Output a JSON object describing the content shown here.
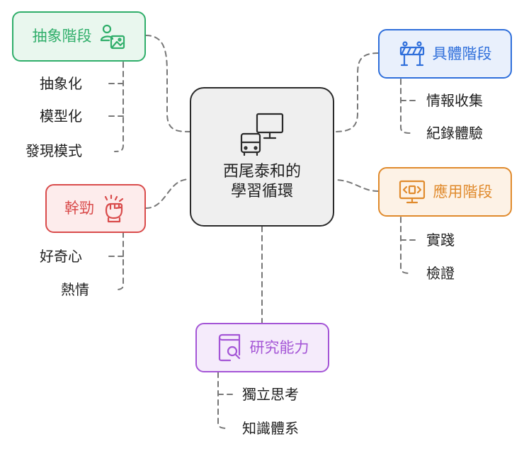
{
  "center": {
    "title_line1": "西尾泰和的",
    "title_line2": "學習循環",
    "icon": "bus-and-monitor-icon"
  },
  "nodes": {
    "abstract": {
      "label": "抽象階段",
      "icon": "person-image-icon",
      "color": "#2fae6a",
      "bg": "#e9f7ee",
      "leaves": [
        "抽象化",
        "模型化",
        "發現模式"
      ]
    },
    "motivation": {
      "label": "幹勁",
      "icon": "raised-fist-icon",
      "color": "#d94b4b",
      "bg": "#fdecec",
      "leaves": [
        "好奇心",
        "熱情"
      ]
    },
    "concrete": {
      "label": "具體階段",
      "icon": "barrier-icon",
      "color": "#2f6fdb",
      "bg": "#e9f0fc",
      "leaves": [
        "情報收集",
        "紀錄體驗"
      ]
    },
    "application": {
      "label": "應用階段",
      "icon": "code-monitor-icon",
      "color": "#e08a2c",
      "bg": "#fdf2e6",
      "leaves": [
        "實踐",
        "檢證"
      ]
    },
    "research": {
      "label": "研究能力",
      "icon": "book-search-icon",
      "color": "#a455d6",
      "bg": "#f5ebfb",
      "leaves": [
        "獨立思考",
        "知識體系"
      ]
    }
  },
  "connector_color": "#777777"
}
